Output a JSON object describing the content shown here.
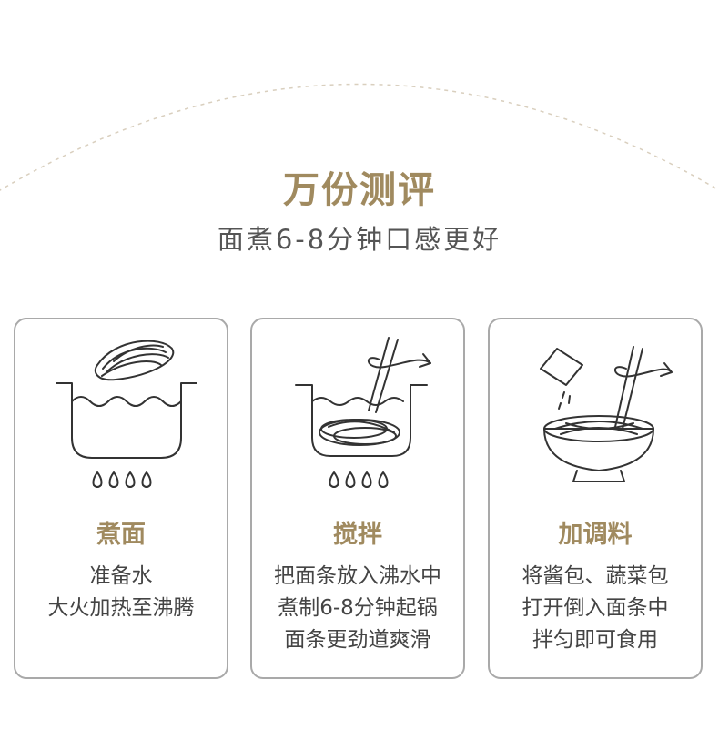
{
  "header": {
    "title": "万份测评",
    "subtitle": "面煮6-8分钟口感更好"
  },
  "steps": [
    {
      "icon": "boiling-pot-icon",
      "title": "煮面",
      "lines": [
        "准备水",
        "大火加热至沸腾"
      ]
    },
    {
      "icon": "stirring-noodles-icon",
      "title": "搅拌",
      "lines": [
        "把面条放入沸水中",
        "煮制6-8分钟起锅",
        "面条更劲道爽滑"
      ]
    },
    {
      "icon": "seasoning-bowl-icon",
      "title": "加调料",
      "lines": [
        "将酱包、蔬菜包",
        "打开倒入面条中",
        "拌匀即可食用"
      ]
    }
  ],
  "colors": {
    "accent": "#a08a5f",
    "text": "#444444",
    "border": "#a9a9a9"
  }
}
